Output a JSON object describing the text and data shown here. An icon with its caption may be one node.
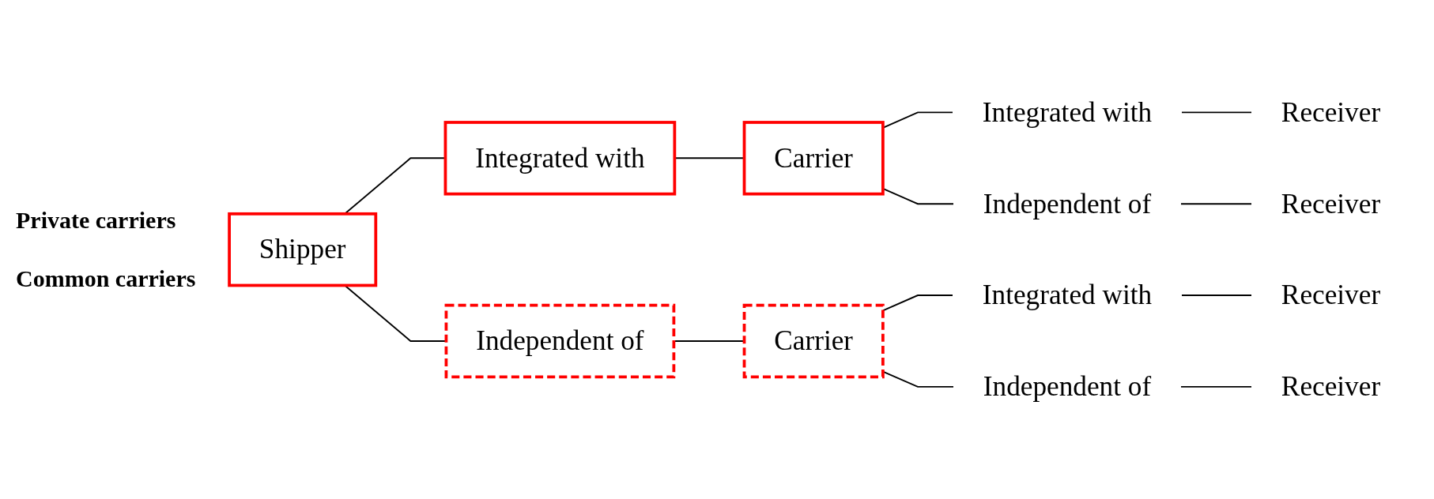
{
  "diagram": {
    "nodes": [
      {
        "text": [
          "Shipper"
        ]
      },
      {
        "text": [
          "Integrated with"
        ]
      },
      {
        "text": [
          "Independent of"
        ]
      },
      {
        "text": [
          "Carrier"
        ]
      },
      {
        "text": [
          "Carrier"
        ]
      },
      {
        "text": [
          "Integrated with"
        ]
      },
      {
        "text": [
          "Independent of"
        ]
      },
      {
        "text": [
          "Integrated with"
        ]
      },
      {
        "text": [
          "Independent of"
        ]
      },
      {
        "text": [
          "Receiver"
        ]
      },
      {
        "text": [
          "Receiver"
        ]
      },
      {
        "text": [
          "Receiver"
        ]
      },
      {
        "text": [
          "Receiver"
        ]
      }
    ],
    "edges": [
      {
        "from": 0,
        "to": 1,
        "arrow": "none"
      },
      {
        "from": 0,
        "to": 2,
        "arrow": "none"
      },
      {
        "from": 1,
        "to": 3,
        "arrow": "none"
      },
      {
        "from": 2,
        "to": 4,
        "arrow": "none"
      },
      {
        "from": 3,
        "to": 5,
        "arrow": "none"
      },
      {
        "from": 3,
        "to": 6,
        "arrow": "none"
      },
      {
        "from": 4,
        "to": 7,
        "arrow": "none"
      },
      {
        "from": 4,
        "to": 8,
        "arrow": "none"
      },
      {
        "from": 5,
        "to": 9,
        "arrow": "none"
      },
      {
        "from": 6,
        "to": 10,
        "arrow": "none"
      },
      {
        "from": 7,
        "to": 11,
        "arrow": "none"
      },
      {
        "from": 8,
        "to": 12,
        "arrow": "none"
      }
    ],
    "labels": [
      "Private carriers",
      "Common carriers"
    ]
  }
}
